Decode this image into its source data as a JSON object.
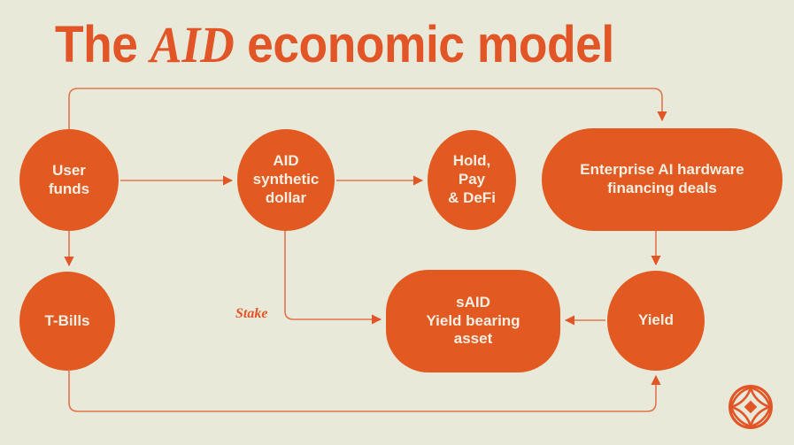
{
  "page": {
    "background_color": "#e9e9d9",
    "accent_color": "#e25527",
    "node_fill_color": "#e25a22",
    "node_text_color": "#f2efe2"
  },
  "title": {
    "prefix": "The ",
    "emphasis": "AID",
    "suffix": " economic model",
    "full": "The AID economic model"
  },
  "diagram": {
    "type": "flow-diagram",
    "nodes": [
      {
        "id": "user-funds",
        "label": "User\nfunds",
        "shape": "circle"
      },
      {
        "id": "aid-dollar",
        "label": "AID\nsynthetic\ndollar",
        "shape": "circle"
      },
      {
        "id": "hold-pay-defi",
        "label": "Hold,\nPay\n& DeFi",
        "shape": "circle"
      },
      {
        "id": "enterprise-ai",
        "label": "Enterprise AI hardware\nfinancing deals",
        "shape": "pill"
      },
      {
        "id": "t-bills",
        "label": "T-Bills",
        "shape": "circle"
      },
      {
        "id": "said-asset",
        "label": "sAID\nYield bearing\nasset",
        "shape": "rounded-rect"
      },
      {
        "id": "yield",
        "label": "Yield",
        "shape": "circle"
      }
    ],
    "edges": [
      {
        "from": "user-funds",
        "to": "aid-dollar",
        "label": ""
      },
      {
        "from": "aid-dollar",
        "to": "hold-pay-defi",
        "label": ""
      },
      {
        "from": "user-funds",
        "to": "enterprise-ai",
        "label": ""
      },
      {
        "from": "user-funds",
        "to": "t-bills",
        "label": ""
      },
      {
        "from": "aid-dollar",
        "to": "said-asset",
        "label": "Stake"
      },
      {
        "from": "enterprise-ai",
        "to": "yield",
        "label": ""
      },
      {
        "from": "yield",
        "to": "said-asset",
        "label": ""
      },
      {
        "from": "t-bills",
        "to": "yield",
        "label": ""
      }
    ],
    "edge_labels": {
      "stake": "Stake"
    }
  },
  "logo": {
    "name": "four-petal-diamond-logo"
  }
}
